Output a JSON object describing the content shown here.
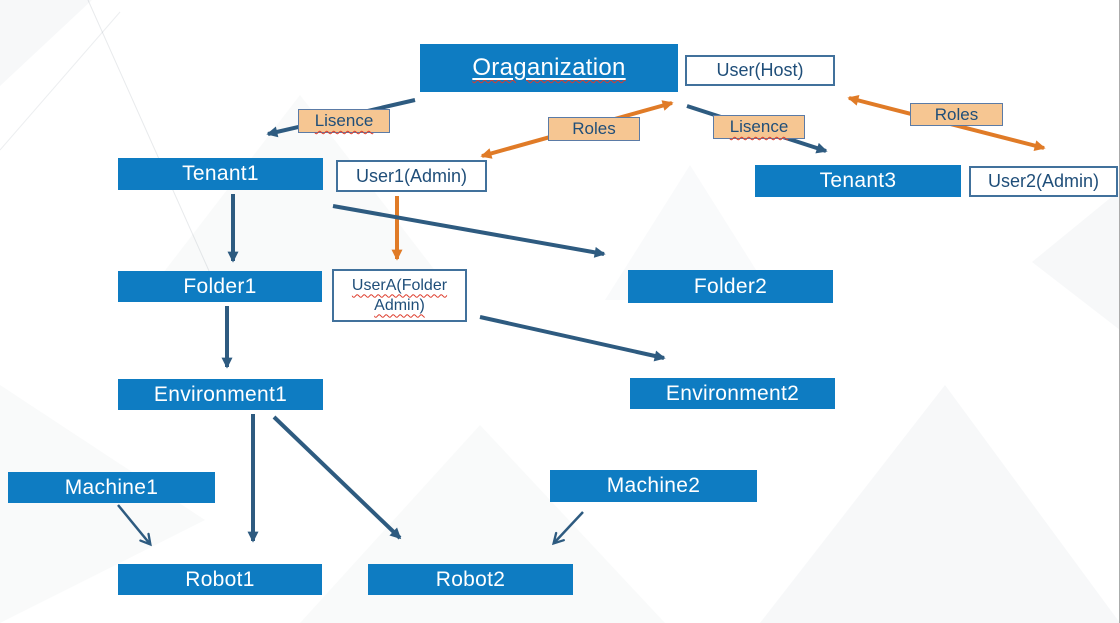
{
  "colors": {
    "node_blue": "#0e7cc2",
    "arrow_navy": "#2e5b80",
    "arrow_orange": "#e07b27",
    "label_fill": "#f6c692",
    "label_border": "#5b7ba6",
    "label_text": "#1f4e79",
    "user_border": "#41719c",
    "user_text": "#1f4e79"
  },
  "nodes": {
    "organization": "Oraganization",
    "user_host": "User(Host)",
    "tenant1": "Tenant1",
    "user1": "User1(Admin)",
    "tenant3": "Tenant3",
    "user2": "User2(Admin)",
    "folder1": "Folder1",
    "usera": "UserA(Folder Admin)",
    "folder2": "Folder2",
    "environment1": "Environment1",
    "environment2": "Environment2",
    "machine1": "Machine1",
    "machine2": "Machine2",
    "robot1": "Robot1",
    "robot2": "Robot2"
  },
  "edge_labels": {
    "license_left": "Lisence",
    "roles_center": "Roles",
    "license_right": "Lisence",
    "roles_right": "Roles"
  },
  "edges": [
    {
      "from": "organization",
      "to": "tenant1",
      "label": "Lisence",
      "style": "navy-arrow"
    },
    {
      "from": "organization",
      "to": "user1",
      "label": "Roles",
      "style": "orange-double-arrow"
    },
    {
      "from": "organization",
      "to": "tenant3",
      "label": "Lisence",
      "style": "navy-arrow"
    },
    {
      "from": "user_host",
      "to": "user2",
      "label": "Roles",
      "style": "orange-double-arrow"
    },
    {
      "from": "tenant1",
      "to": "folder1",
      "label": "",
      "style": "navy-arrow"
    },
    {
      "from": "user1",
      "to": "usera",
      "label": "",
      "style": "orange-arrow"
    },
    {
      "from": "tenant1",
      "to": "folder2",
      "label": "",
      "style": "navy-arrow"
    },
    {
      "from": "folder1",
      "to": "environment1",
      "label": "",
      "style": "navy-arrow"
    },
    {
      "from": "usera",
      "to": "environment2",
      "label": "",
      "style": "navy-arrow"
    },
    {
      "from": "environment1",
      "to": "robot1",
      "label": "",
      "style": "navy-arrow"
    },
    {
      "from": "environment1",
      "to": "robot2",
      "label": "",
      "style": "navy-arrow"
    },
    {
      "from": "machine1",
      "to": "robot1",
      "label": "",
      "style": "navy-thin-arrow"
    },
    {
      "from": "machine2",
      "to": "robot2",
      "label": "",
      "style": "navy-thin-arrow"
    }
  ]
}
